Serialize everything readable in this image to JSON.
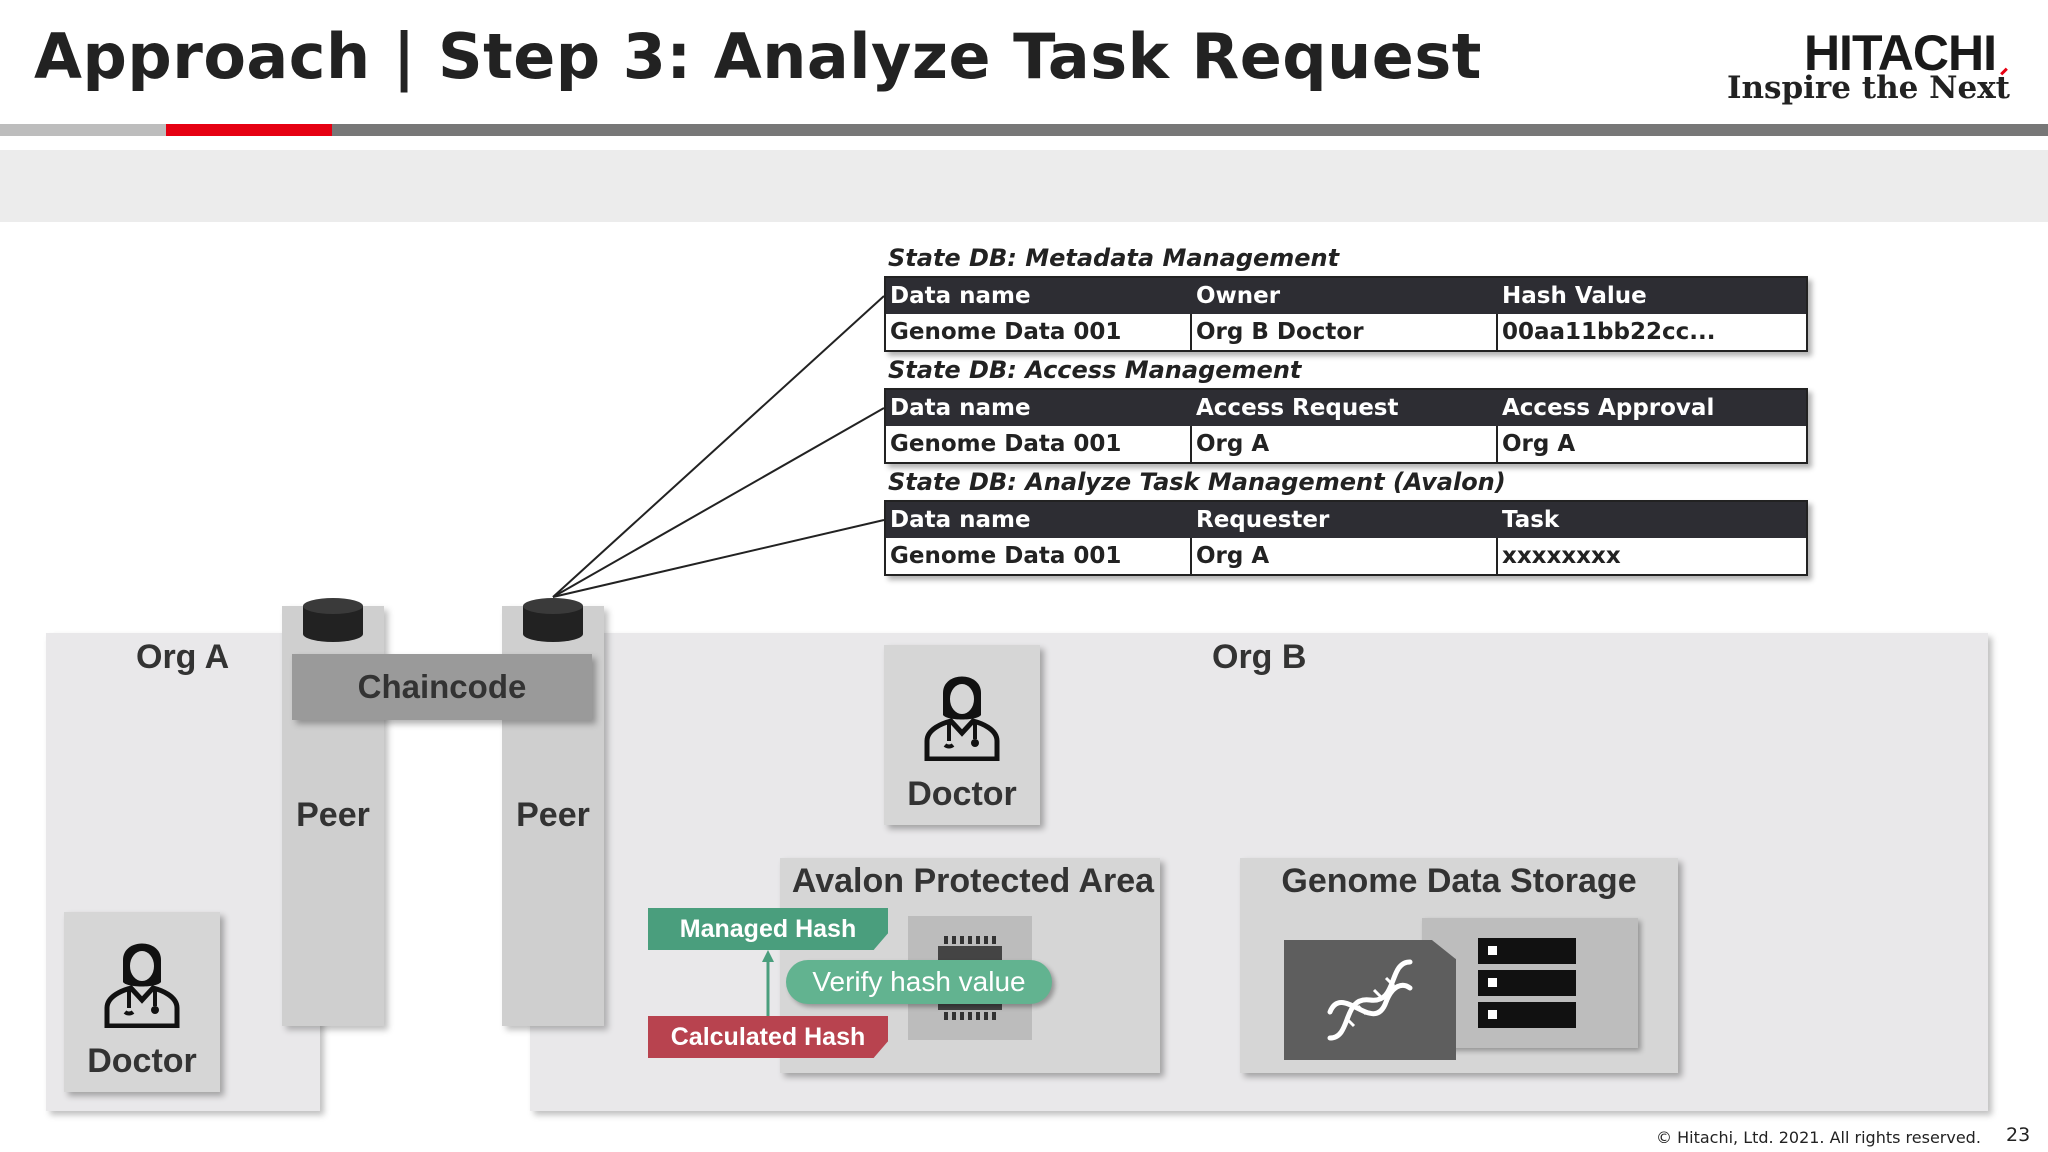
{
  "header": {
    "title": "Approach | Step 3: Analyze Task Request",
    "logo_word": "HITACHI",
    "logo_tagline": "Inspire the Next"
  },
  "diagram": {
    "org_a": {
      "label": "Org A",
      "doctor_label": "Doctor"
    },
    "org_b": {
      "label": "Org B",
      "doctor_label": "Doctor"
    },
    "peer_left_label": "Peer",
    "peer_right_label": "Peer",
    "chaincode_label": "Chaincode",
    "avalon": {
      "title": "Avalon Protected Area",
      "managed_hash": "Managed Hash",
      "calculated_hash": "Calculated Hash",
      "verify": "Verify hash value"
    },
    "genome_storage": {
      "title": "Genome Data Storage"
    }
  },
  "tables": [
    {
      "title": "State DB: Metadata Management",
      "headers": [
        "Data name",
        "Owner",
        "Hash Value"
      ],
      "row": [
        "Genome Data 001",
        "Org B Doctor",
        "00aa11bb22cc..."
      ]
    },
    {
      "title": "State DB: Access Management",
      "headers": [
        "Data name",
        "Access Request",
        "Access Approval"
      ],
      "row": [
        "Genome Data 001",
        "Org A",
        "Org A"
      ]
    },
    {
      "title": "State DB: Analyze Task Management (Avalon)",
      "headers": [
        "Data name",
        "Requester",
        "Task"
      ],
      "row": [
        "Genome Data 001",
        "Org A",
        "xxxxxxxx"
      ]
    }
  ],
  "footer": {
    "copyright": "© Hitachi, Ltd. 2021. All rights reserved.",
    "page_number": "23"
  },
  "colors": {
    "accent_red": "#e60012",
    "managed_hash_green": "#4a9e7d",
    "calculated_hash_red": "#b8434f",
    "verify_green": "#62b390",
    "table_header": "#2d2d33"
  }
}
